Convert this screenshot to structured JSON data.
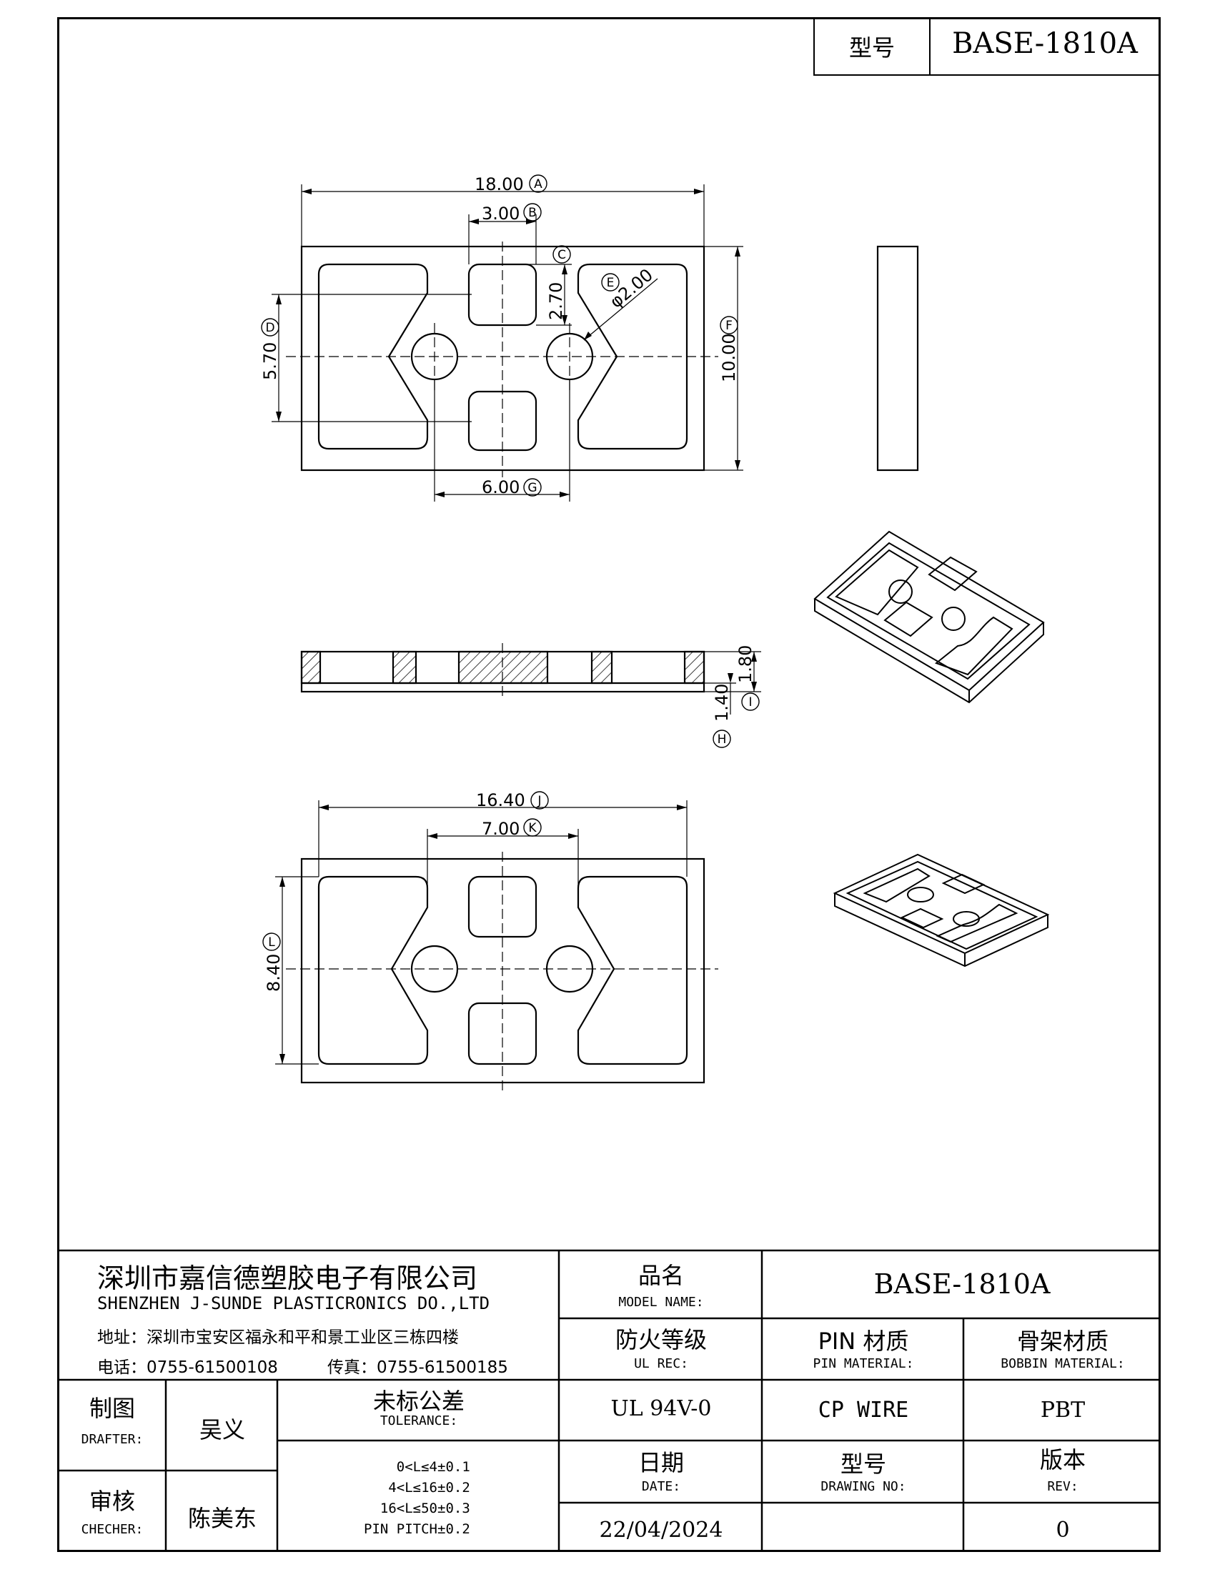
{
  "title_top": {
    "label": "型号",
    "model": "BASE-1810A"
  },
  "dims": {
    "A": "18.00",
    "B": "3.00",
    "C": "2.70",
    "D": "5.70",
    "E": "φ2.00",
    "F": "10.00",
    "G": "6.00",
    "H": "1.40",
    "I": "1.80",
    "J": "16.40",
    "K": "7.00",
    "L": "8.40"
  },
  "balloons": {
    "A": "A",
    "B": "B",
    "C": "C",
    "D": "D",
    "E": "E",
    "F": "F",
    "G": "G",
    "H": "H",
    "I": "I",
    "J": "J",
    "K": "K",
    "L": "L"
  },
  "company": {
    "name_cn": "深圳市嘉信德塑胶电子有限公司",
    "name_en": "SHENZHEN J-SUNDE PLASTICRONICS DO.,LTD",
    "address": "地址：深圳市宝安区福永和平和景工业区三栋四楼",
    "phone": "电话：0755-61500108",
    "fax": "传真：0755-61500185"
  },
  "block": {
    "model_name_cn": "品名",
    "model_name_en": "MODEL NAME:",
    "model_value": "BASE-1810A",
    "ul_cn": "防火等级",
    "ul_en": "UL REC:",
    "ul_value": "UL 94V-0",
    "pin_cn": "PIN 材质",
    "pin_en": "PIN MATERIAL:",
    "pin_value": "CP WIRE",
    "bobbin_cn": "骨架材质",
    "bobbin_en": "BOBBIN MATERIAL:",
    "bobbin_value": "PBT",
    "drafter_cn": "制图",
    "drafter_en": "DRAFTER:",
    "drafter_value": "吴义",
    "checker_cn": "审核",
    "checker_en": "CHECHER:",
    "checker_value": "陈美东",
    "tol_cn": "未标公差",
    "tol_en": "TOLERANCE:",
    "tol_rows": [
      {
        "range": "0<L≤4",
        "value": "±0.1"
      },
      {
        "range": "4<L≤16",
        "value": "±0.2"
      },
      {
        "range": "16<L≤50",
        "value": "±0.3"
      },
      {
        "range": "PIN PITCH",
        "value": "±0.2"
      }
    ],
    "date_cn": "日期",
    "date_en": "DATE:",
    "date_value": "22/04/2024",
    "dwg_cn": "型号",
    "dwg_en": "DRAWING NO:",
    "dwg_value": "",
    "rev_cn": "版本",
    "rev_en": "REV:",
    "rev_value": "0"
  }
}
